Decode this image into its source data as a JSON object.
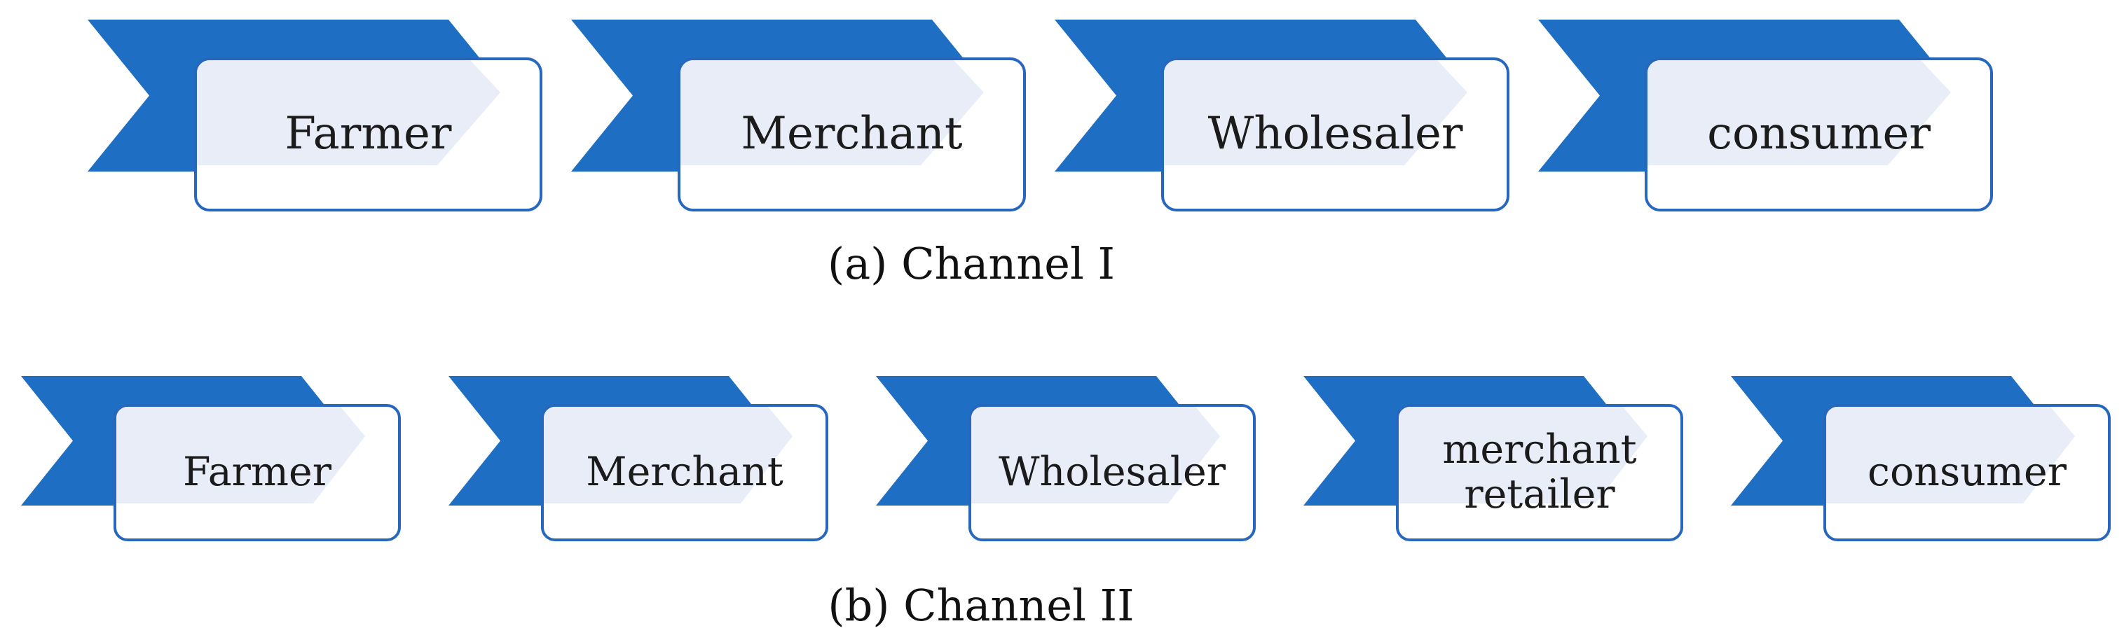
{
  "figure": {
    "colors": {
      "banner_blue": "#1E6FC4",
      "box_border": "#2767BE",
      "light_chevron": "#E9EDF8",
      "label_text": "#1B1B1B",
      "caption_text": "#111111",
      "background": "#FFFFFF"
    },
    "rows": [
      {
        "caption": "(a) Channel I",
        "items": [
          {
            "label": "Farmer",
            "lines": [
              "Farmer"
            ]
          },
          {
            "label": "Merchant",
            "lines": [
              "Merchant"
            ]
          },
          {
            "label": "Wholesaler",
            "lines": [
              "Wholesaler"
            ]
          },
          {
            "label": "consumer",
            "lines": [
              "consumer"
            ]
          }
        ]
      },
      {
        "caption": "(b) Channel II",
        "items": [
          {
            "label": "Farmer",
            "lines": [
              "Farmer"
            ]
          },
          {
            "label": "Merchant",
            "lines": [
              "Merchant"
            ]
          },
          {
            "label": "Wholesaler",
            "lines": [
              "Wholesaler"
            ]
          },
          {
            "label": "merchant retailer",
            "lines": [
              "merchant",
              "retailer"
            ]
          },
          {
            "label": "consumer",
            "lines": [
              "consumer"
            ]
          }
        ]
      }
    ]
  }
}
